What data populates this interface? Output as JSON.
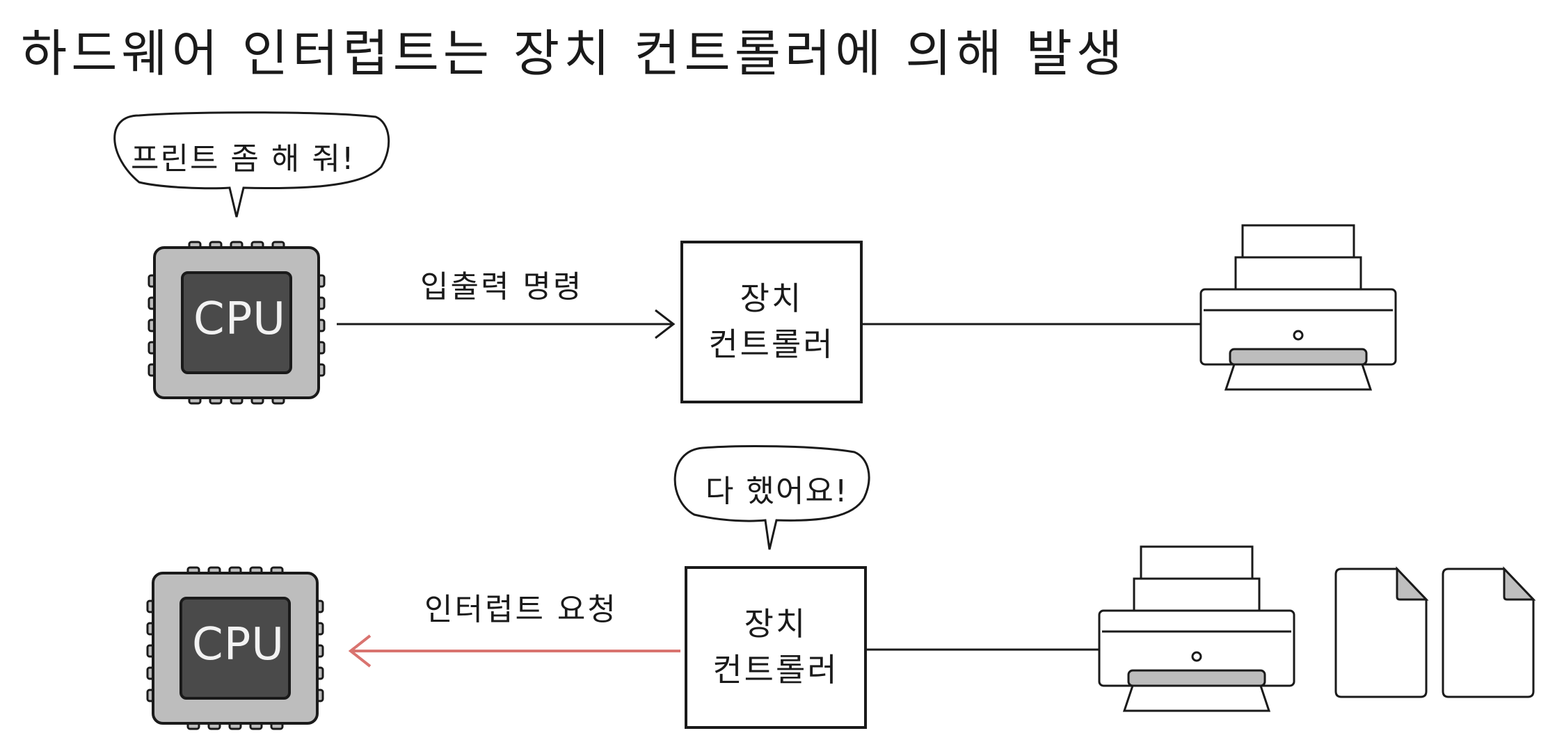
{
  "title": "하드웨어 인터럽트는 장치 컨트롤러에 의해 발생",
  "top_row": {
    "cpu_label": "CPU",
    "speech": "프린트 좀 해 줘!",
    "arrow_label": "입출력 명령",
    "controller_line1": "장치",
    "controller_line2": "컨트롤러"
  },
  "bottom_row": {
    "cpu_label": "CPU",
    "speech": "다 했어요!",
    "arrow_label": "인터럽트 요청",
    "controller_line1": "장치",
    "controller_line2": "컨트롤러"
  },
  "colors": {
    "ink": "#1a1a1a",
    "cpu_body": "#bdbdbd",
    "cpu_core": "#4a4a4a",
    "interrupt_arrow": "#d9736f",
    "paper_fold": "#bfbfbf"
  }
}
